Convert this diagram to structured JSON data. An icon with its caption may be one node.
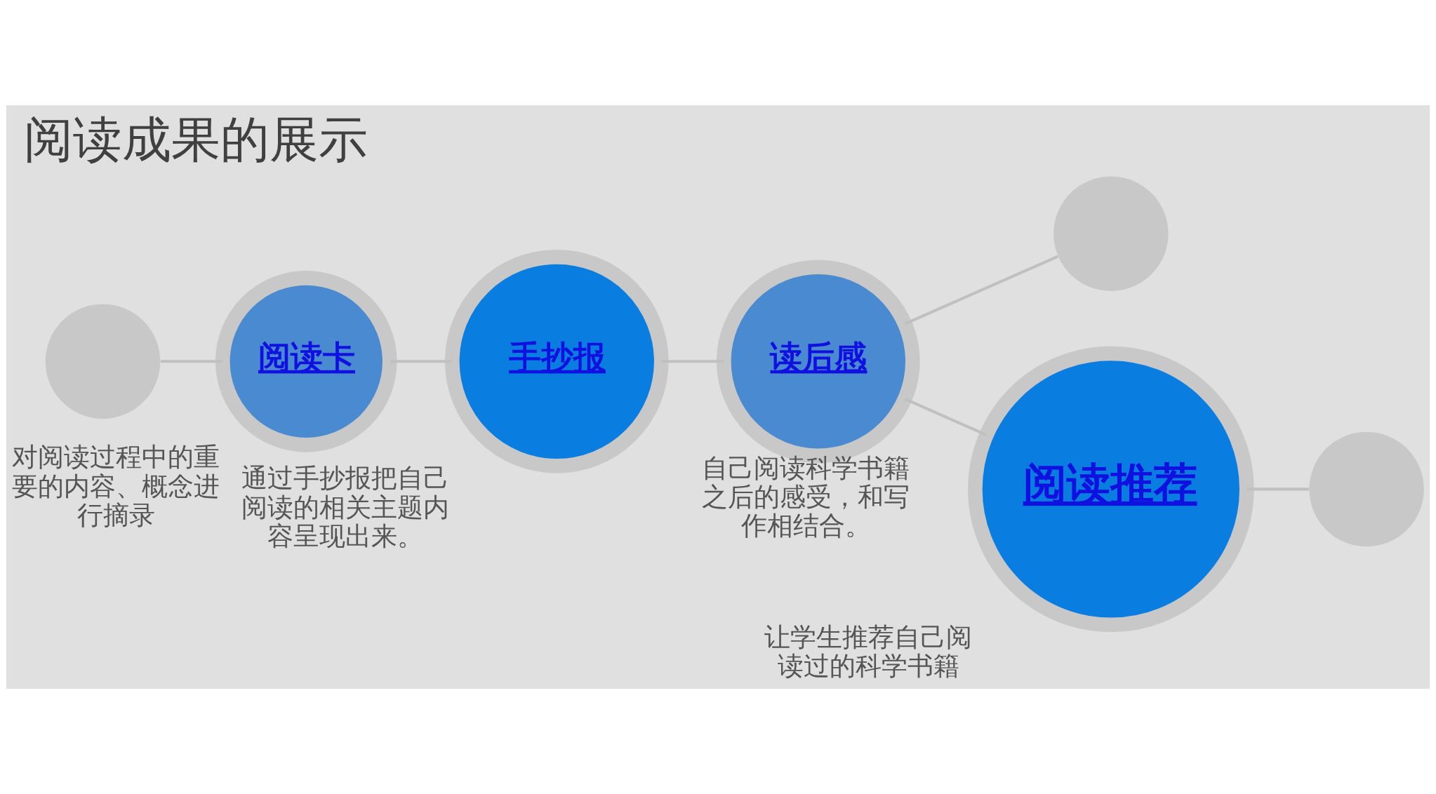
{
  "diagram": {
    "title": "阅读成果的展示",
    "nodes": [
      {
        "text": [],
        "shape": "circle"
      },
      {
        "text": [
          "阅读卡"
        ],
        "beside": [
          "对阅读过程中的重要的内容、概念进行摘录"
        ]
      },
      {
        "text": [
          "手抄报"
        ],
        "beside": [
          "通过手抄报把自己阅读的相关主题内容呈现出来。"
        ]
      },
      {
        "text": [
          "读后感"
        ],
        "beside": [
          "自己阅读科学书籍之后的感受，和写作相结合。"
        ]
      },
      {
        "text": [],
        "shape": "circle"
      },
      {
        "text": [
          "阅读推荐"
        ],
        "beside": [
          "让学生推荐自己阅读过的科学书籍"
        ]
      },
      {
        "text": [],
        "shape": "circle"
      }
    ],
    "edges": [
      {
        "from": 0,
        "to": 1,
        "arrow": "none"
      },
      {
        "from": 1,
        "to": 2,
        "arrow": "none"
      },
      {
        "from": 2,
        "to": 3,
        "arrow": "none"
      },
      {
        "from": 3,
        "to": 4,
        "arrow": "none"
      },
      {
        "from": 3,
        "to": 5,
        "arrow": "none"
      },
      {
        "from": 5,
        "to": 6,
        "arrow": "none"
      }
    ]
  }
}
